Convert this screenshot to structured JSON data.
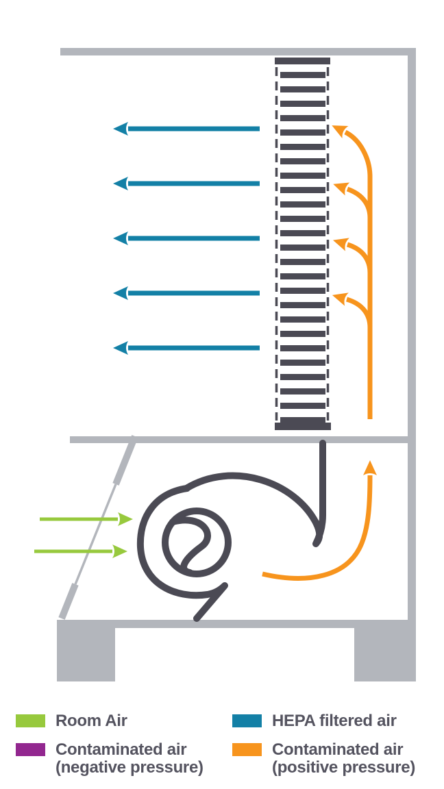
{
  "colors": {
    "background": "#ffffff",
    "structure": "#b3b6bc",
    "dark": "#4b4a54",
    "room_air": "#97c93d",
    "hepa_air": "#1380a6",
    "contaminated_negative": "#92278f",
    "contaminated_positive": "#f7941d",
    "text": "#54535f"
  },
  "diagram": {
    "pleat_count": 25,
    "hepa_arrow_count": 5,
    "room_air_arrow_count": 2,
    "exhaust_branch_count": 4
  },
  "legend": {
    "items": [
      {
        "key": "room_air",
        "lines": [
          "Room Air",
          ""
        ]
      },
      {
        "key": "contaminated_negative",
        "lines": [
          "Contaminated air",
          "(negative pressure)"
        ]
      },
      {
        "key": "hepa_air",
        "lines": [
          "HEPA filtered air",
          ""
        ]
      },
      {
        "key": "contaminated_positive",
        "lines": [
          "Contaminated air",
          "(positive pressure)"
        ]
      }
    ]
  }
}
